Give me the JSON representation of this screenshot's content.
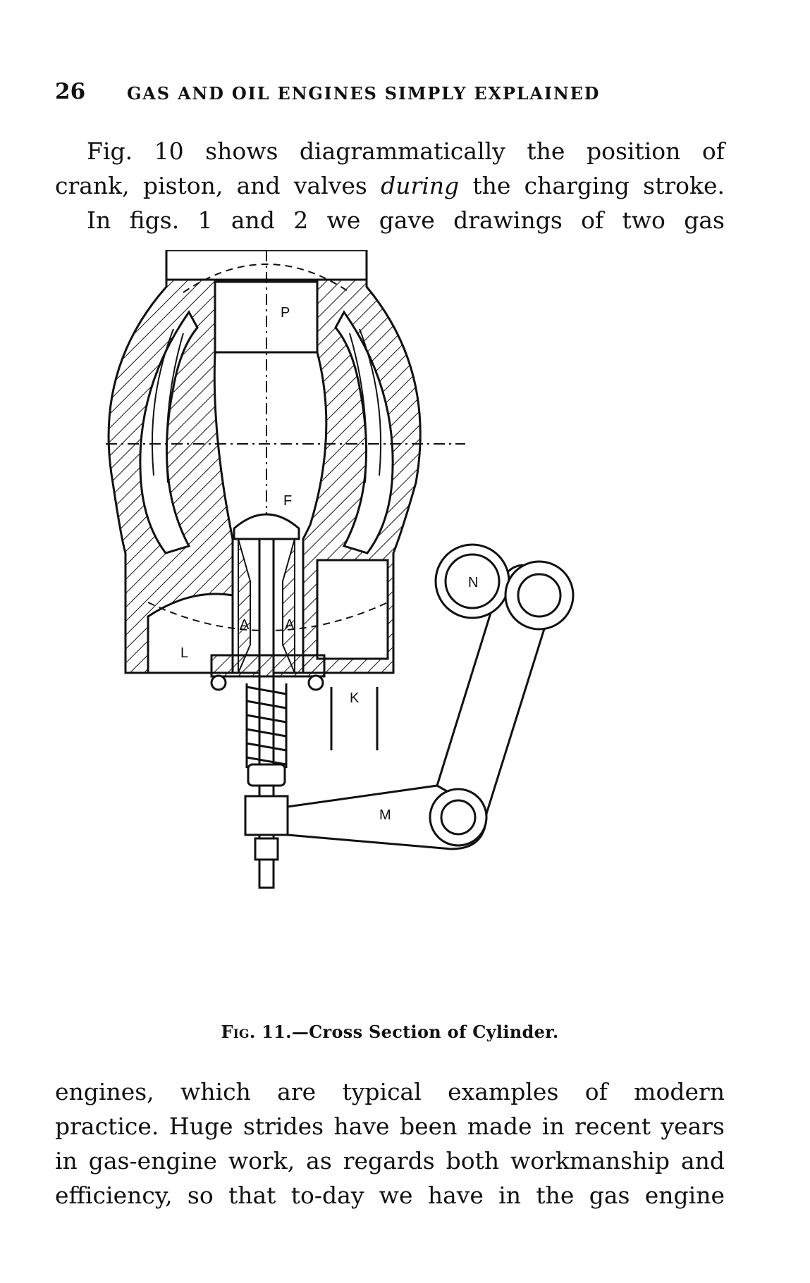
{
  "header": {
    "page_number": "26",
    "running_title": "GAS AND OIL ENGINES SIMPLY EXPLAINED"
  },
  "para1": {
    "line1": "Fig. 10 shows diagrammatically the position of",
    "line2_pre": "crank, piston, and valves",
    "line2_ital": "during",
    "line2_post": "the charging stroke."
  },
  "para2": {
    "line1": "In figs. 1 and 2 we gave drawings of two gas"
  },
  "figure": {
    "labels": {
      "P": "P",
      "F": "F",
      "N": "N",
      "L": "L",
      "A_left": "A",
      "A_right": "A",
      "K": "K",
      "M": "M"
    },
    "caption_prefix": "Fig. 11.",
    "caption_text": "—Cross Section of Cylinder."
  },
  "para3": {
    "line1": "engines, which are typical examples of modern",
    "line2": "practice. Huge strides have been made in recent years",
    "line3": "in gas-engine work, as regards both workmanship and",
    "line4": "efficiency, so that to-day we have in the gas engine"
  }
}
